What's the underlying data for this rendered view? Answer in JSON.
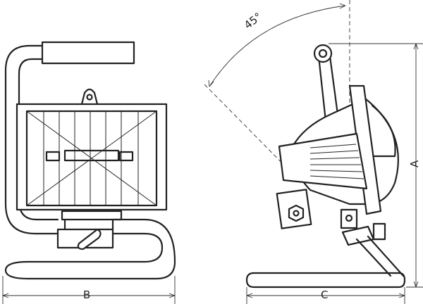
{
  "labels": {
    "angle": "45°",
    "width_front": "B",
    "depth_side": "C",
    "height_side": "A"
  }
}
